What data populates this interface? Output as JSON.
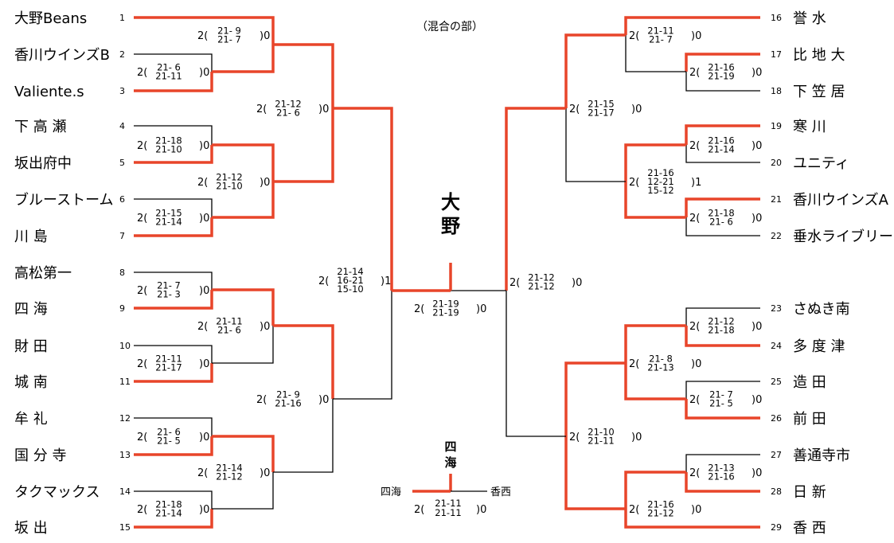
{
  "title": "（混合の部）",
  "champion": "大野",
  "third_place": {
    "winner": "四海",
    "left_team": "四海",
    "right_team": "香西",
    "sets_left": "2",
    "sets_right": "0",
    "scores": [
      "21-11",
      "21-11"
    ]
  },
  "left_teams": [
    {
      "no": "1",
      "name": "大野Beans"
    },
    {
      "no": "2",
      "name": "香川ウインズB"
    },
    {
      "no": "3",
      "name": "Valiente.s"
    },
    {
      "no": "4",
      "name": "下 高 瀬"
    },
    {
      "no": "5",
      "name": "坂出府中"
    },
    {
      "no": "6",
      "name": "ブルーストーム"
    },
    {
      "no": "7",
      "name": "川 島"
    },
    {
      "no": "8",
      "name": "高松第一"
    },
    {
      "no": "9",
      "name": "四 海"
    },
    {
      "no": "10",
      "name": "財 田"
    },
    {
      "no": "11",
      "name": "城 南"
    },
    {
      "no": "12",
      "name": "牟 礼"
    },
    {
      "no": "13",
      "name": "国 分 寺"
    },
    {
      "no": "14",
      "name": "タクマックス"
    },
    {
      "no": "15",
      "name": "坂 出"
    }
  ],
  "right_teams": [
    {
      "no": "16",
      "name": "誉 水"
    },
    {
      "no": "17",
      "name": "比 地 大"
    },
    {
      "no": "18",
      "name": "下 笠 居"
    },
    {
      "no": "19",
      "name": "寒 川"
    },
    {
      "no": "20",
      "name": "ユニティ"
    },
    {
      "no": "21",
      "name": "香川ウインズA"
    },
    {
      "no": "22",
      "name": "垂水ライブリー"
    },
    {
      "no": "23",
      "name": "さぬき南"
    },
    {
      "no": "24",
      "name": "多 度 津"
    },
    {
      "no": "25",
      "name": "造 田"
    },
    {
      "no": "26",
      "name": "前 田"
    },
    {
      "no": "27",
      "name": "善通寺市"
    },
    {
      "no": "28",
      "name": "日 新"
    },
    {
      "no": "29",
      "name": "香 西"
    }
  ],
  "matches": [
    {
      "label": "2-3",
      "top": "2",
      "bottom": "0",
      "scores": [
        "21- 6",
        "21-11"
      ]
    },
    {
      "label": "1-(2-3)",
      "top": "2",
      "bottom": "0",
      "scores": [
        "21- 9",
        "21- 7"
      ]
    },
    {
      "label": "4-5",
      "top": "2",
      "bottom": "0",
      "scores": [
        "21-18",
        "21-10"
      ]
    },
    {
      "label": "6-7",
      "top": "2",
      "bottom": "0",
      "scores": [
        "21-15",
        "21-14"
      ]
    },
    {
      "label": "(4-5)-(6-7)",
      "top": "2",
      "bottom": "0",
      "scores": [
        "21-12",
        "21-10"
      ]
    },
    {
      "label": "L-top-semi",
      "top": "2",
      "bottom": "0",
      "scores": [
        "21-12",
        "21- 6"
      ]
    },
    {
      "label": "8-9",
      "top": "2",
      "bottom": "0",
      "scores": [
        "21- 7",
        "21- 3"
      ]
    },
    {
      "label": "10-11",
      "top": "2",
      "bottom": "0",
      "scores": [
        "21-11",
        "21-17"
      ]
    },
    {
      "label": "(8-9)-(10-11)",
      "top": "2",
      "bottom": "0",
      "scores": [
        "21-11",
        "21- 6"
      ]
    },
    {
      "label": "12-13",
      "top": "2",
      "bottom": "0",
      "scores": [
        "21- 6",
        "21- 5"
      ]
    },
    {
      "label": "14-15",
      "top": "2",
      "bottom": "0",
      "scores": [
        "21-18",
        "21-14"
      ]
    },
    {
      "label": "(12-13)-(14-15)",
      "top": "2",
      "bottom": "0",
      "scores": [
        "21-14",
        "21-12"
      ]
    },
    {
      "label": "L-bottom-semi",
      "top": "2",
      "bottom": "0",
      "scores": [
        "21- 9",
        "21-16"
      ]
    },
    {
      "label": "L-final",
      "top": "2",
      "bottom": "1",
      "scores": [
        "21-14",
        "16-21",
        "15-10"
      ]
    },
    {
      "label": "17-18",
      "top": "2",
      "bottom": "0",
      "scores": [
        "21-16",
        "21-19"
      ]
    },
    {
      "label": "16-(17-18)",
      "top": "2",
      "bottom": "0",
      "scores": [
        "21-11",
        "21- 7"
      ]
    },
    {
      "label": "19-20",
      "top": "2",
      "bottom": "0",
      "scores": [
        "21-16",
        "21-14"
      ]
    },
    {
      "label": "21-22",
      "top": "2",
      "bottom": "0",
      "scores": [
        "21-18",
        "21- 6"
      ]
    },
    {
      "label": "(19-20)-(21-22)",
      "top": "2",
      "bottom": "1",
      "scores": [
        "21-16",
        "12-21",
        "15-12"
      ]
    },
    {
      "label": "R-top-semi",
      "top": "2",
      "bottom": "0",
      "scores": [
        "21-15",
        "21-17"
      ]
    },
    {
      "label": "23-24",
      "top": "2",
      "bottom": "0",
      "scores": [
        "21-12",
        "21-18"
      ]
    },
    {
      "label": "25-26",
      "top": "2",
      "bottom": "0",
      "scores": [
        "21- 7",
        "21- 5"
      ]
    },
    {
      "label": "(23-24)-(25-26)",
      "top": "2",
      "bottom": "0",
      "scores": [
        "21- 8",
        "21-13"
      ]
    },
    {
      "label": "27-28",
      "top": "2",
      "bottom": "0",
      "scores": [
        "21-13",
        "21-16"
      ]
    },
    {
      "label": "28-29",
      "top": "2",
      "bottom": "0",
      "scores": [
        "21-16",
        "21-12"
      ]
    },
    {
      "label": "R-bottom-semi",
      "top": "2",
      "bottom": "0",
      "scores": [
        "21-10",
        "21-11"
      ]
    },
    {
      "label": "R-final",
      "top": "2",
      "bottom": "0",
      "scores": [
        "21-12",
        "21-12"
      ]
    },
    {
      "label": "Final",
      "top": "2",
      "bottom": "0",
      "scores": [
        "21-19",
        "21-19"
      ]
    }
  ],
  "colors": {
    "win": "#e8452a",
    "line": "#000000"
  }
}
